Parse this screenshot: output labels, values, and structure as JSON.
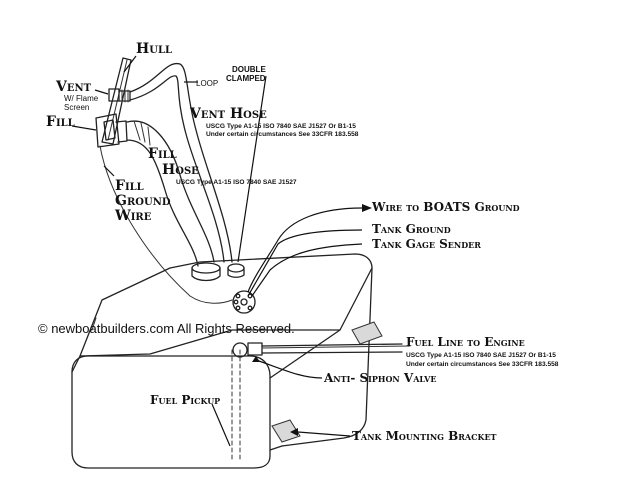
{
  "labels": {
    "hull": "Hull",
    "vent": "Vent",
    "vent_sub1": "W/ Flame",
    "vent_sub2": "Screen",
    "fill": "Fill",
    "double_clamped_1": "DOUBLE",
    "double_clamped_2": "CLAMPED",
    "loop": "LOOP",
    "vent_hose": "Vent Hose",
    "vent_hose_spec1": "USCG Type A1-15 ISO 7840 SAE J1527 Or B1-15",
    "vent_hose_spec2": "Under certain circumstances See 33CFR 183.558",
    "fill_hose_1": "Fill",
    "fill_hose_2": "Hose",
    "fill_hose_spec": "USCG Type A1-15   ISO 7840     SAE J1527",
    "fill_ground_wire_1": "Fill",
    "fill_ground_wire_2": "Ground",
    "fill_ground_wire_3": "Wire",
    "wire_to_boats_ground": "Wire to BOATS Ground",
    "tank_ground": "Tank Ground",
    "tank_gage_sender": "Tank Gage Sender",
    "copyright": "© newboatbuilders.com   All Rights Reserved.",
    "fuel_line_to_engine": "Fuel Line to Engine",
    "fuel_line_spec1": "USCG Type A1-15 ISO 7840 SAE J1527 Or B1-15",
    "fuel_line_spec2": "Under certain circumstances See 33CFR 183.558",
    "anti_siphon_valve": "Anti- Siphon Valve",
    "fuel_pickup": "Fuel Pickup",
    "tank_mounting_bracket": "Tank Mounting Bracket"
  }
}
